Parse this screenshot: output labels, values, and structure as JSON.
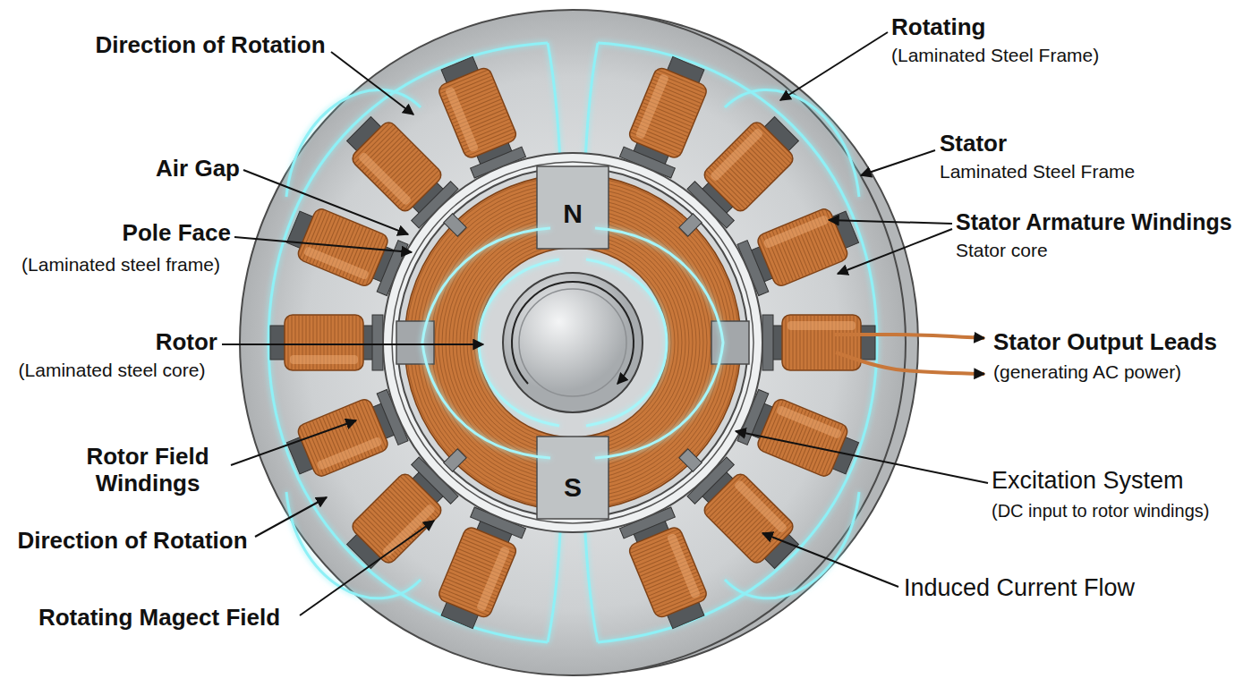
{
  "diagram": {
    "labels": [
      "Direction of Rotation",
      "Rotating",
      "(Laminated Steel Frame)",
      "Stator",
      "Laminated Steel Frame",
      "Air Gap",
      "Pole Face",
      "(Laminated steel frame)",
      "N",
      "Stator Armature Windings",
      "Stator core",
      "Rotor",
      "(Laminated steel core)",
      "Stator Output Leads",
      "(generating AC power)",
      "Rotor Field Windings",
      "S",
      "Excitation System",
      "(DC input to rotor windings)",
      "Direction of Rotation",
      "Induced Current Flow",
      "Rotating Magect Field"
    ]
  }
}
